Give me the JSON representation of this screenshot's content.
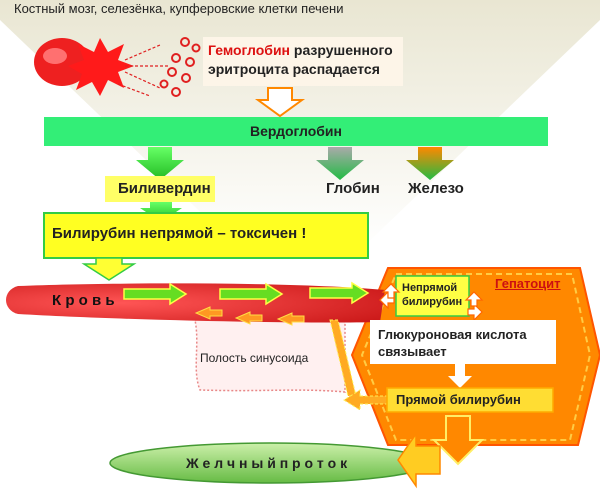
{
  "header": {
    "location": "Костный мозг, селезёнка, купферовские клетки печени"
  },
  "hemoglobin": {
    "word": "Гемоглобин",
    "rest_line1": "разрушенного",
    "line2": "эритроцита распадается"
  },
  "verdoglobin": {
    "label": "Вердоглобин"
  },
  "products": {
    "biliverdin": "Биливердин",
    "globin": "Глобин",
    "iron": "Железо"
  },
  "indirect_bilirubin": {
    "label": "Билирубин непрямой  –  токсичен !"
  },
  "blood": {
    "label": "К р о в ь"
  },
  "hepatocyte": {
    "title": "Гепатоцит",
    "indirect_line1": "Непрямой",
    "indirect_line2": "билирубин"
  },
  "glucuronic": {
    "line1": "Глюкуроновая кислота",
    "line2": "связывает"
  },
  "direct_bilirubin": {
    "label": "Прямой билирубин"
  },
  "sinusoid": {
    "label": "Полость синусоида"
  },
  "bile_duct": {
    "label": "Ж е л ч н ы й  п р о т о к"
  },
  "colors": {
    "green_bar": "#33ee77",
    "yellow_box": "#ffff22",
    "blood_red": "#ee3333",
    "hepatocyte_orange": "#ff8800",
    "red_text": "#dd1111",
    "bile_green": "#99dd77"
  }
}
